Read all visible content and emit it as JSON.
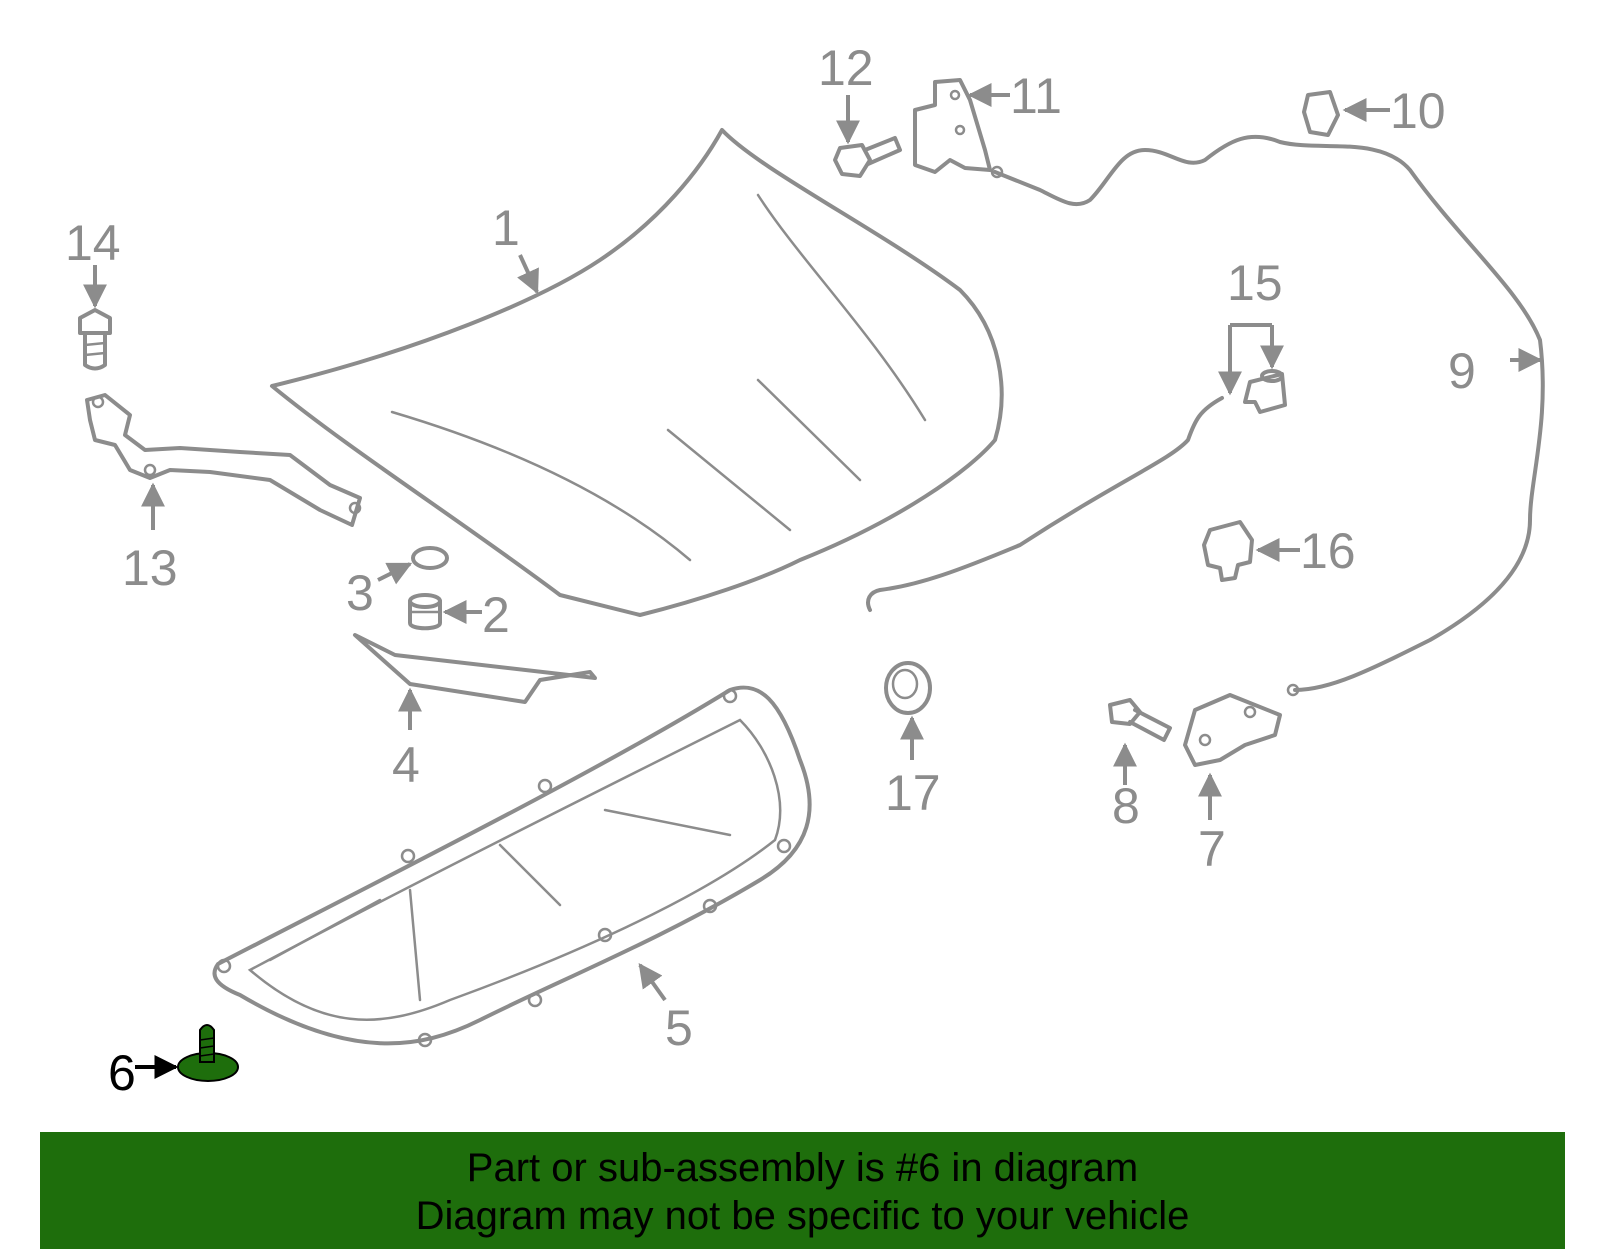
{
  "labels": {
    "p1": "1",
    "p2": "2",
    "p3": "3",
    "p4": "4",
    "p5": "5",
    "p6": "6",
    "p7": "7",
    "p8": "8",
    "p9": "9",
    "p10": "10",
    "p11": "11",
    "p12": "12",
    "p13": "13",
    "p14": "14",
    "p15": "15",
    "p16": "16",
    "p17": "17"
  },
  "highlight": {
    "part": "6",
    "color": "#1e6e0c"
  },
  "banner": {
    "line1": "Part or sub-assembly is #6 in diagram",
    "line2": "Diagram may not be specific to your vehicle",
    "color": "#1e6e0c"
  },
  "colors": {
    "line": "#8c8c8c",
    "highlight_label": "#000000"
  }
}
